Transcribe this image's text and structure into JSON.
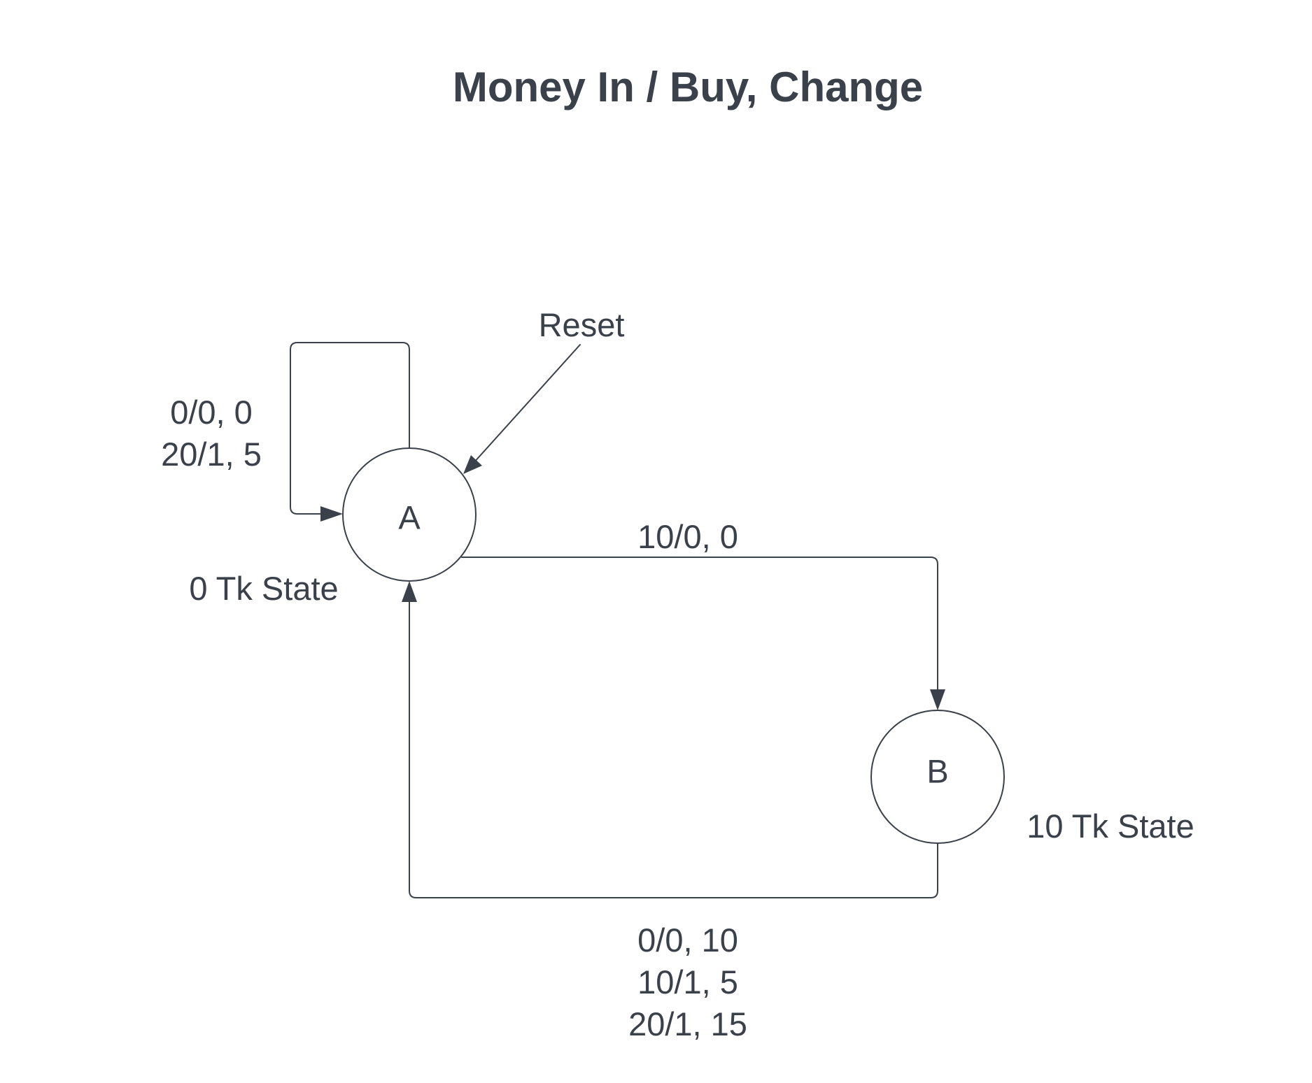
{
  "title": "Money In / Buy, Change",
  "states": {
    "a": {
      "label": "A",
      "description": "0 Tk State"
    },
    "b": {
      "label": "B",
      "description": "10 Tk State"
    }
  },
  "reset": {
    "label": "Reset"
  },
  "transitions": {
    "a_self": {
      "lines": [
        "0/0, 0",
        "20/1, 5"
      ]
    },
    "a_to_b": {
      "lines": [
        "10/0, 0"
      ]
    },
    "b_to_a": {
      "lines": [
        "0/0, 10",
        "10/1, 5",
        "20/1, 15"
      ]
    }
  },
  "colors": {
    "ink": "#3a414a",
    "background": "#ffffff"
  }
}
